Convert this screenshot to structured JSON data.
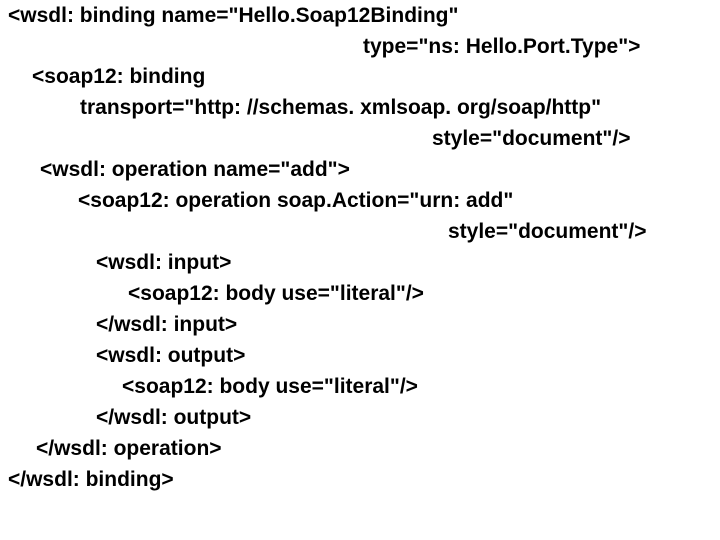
{
  "code": {
    "lines": [
      "<wsdl: binding name=\"Hello.Soap12Binding\"",
      "type=\"ns: Hello.Port.Type\">",
      "<soap12: binding",
      "transport=\"http: //schemas. xmlsoap. org/soap/http\"",
      "style=\"document\"/>",
      "<wsdl: operation name=\"add\">",
      "<soap12: operation soap.Action=\"urn: add\"",
      "style=\"document\"/>",
      "<wsdl: input>",
      "<soap12: body use=\"literal\"/>",
      "</wsdl: input>",
      "<wsdl: output>",
      "<soap12: body use=\"literal\"/>",
      "</wsdl: output>",
      "</wsdl: operation>",
      "</wsdl: binding>"
    ]
  },
  "colors": {
    "background": "#ffffff",
    "text": "#000000"
  }
}
